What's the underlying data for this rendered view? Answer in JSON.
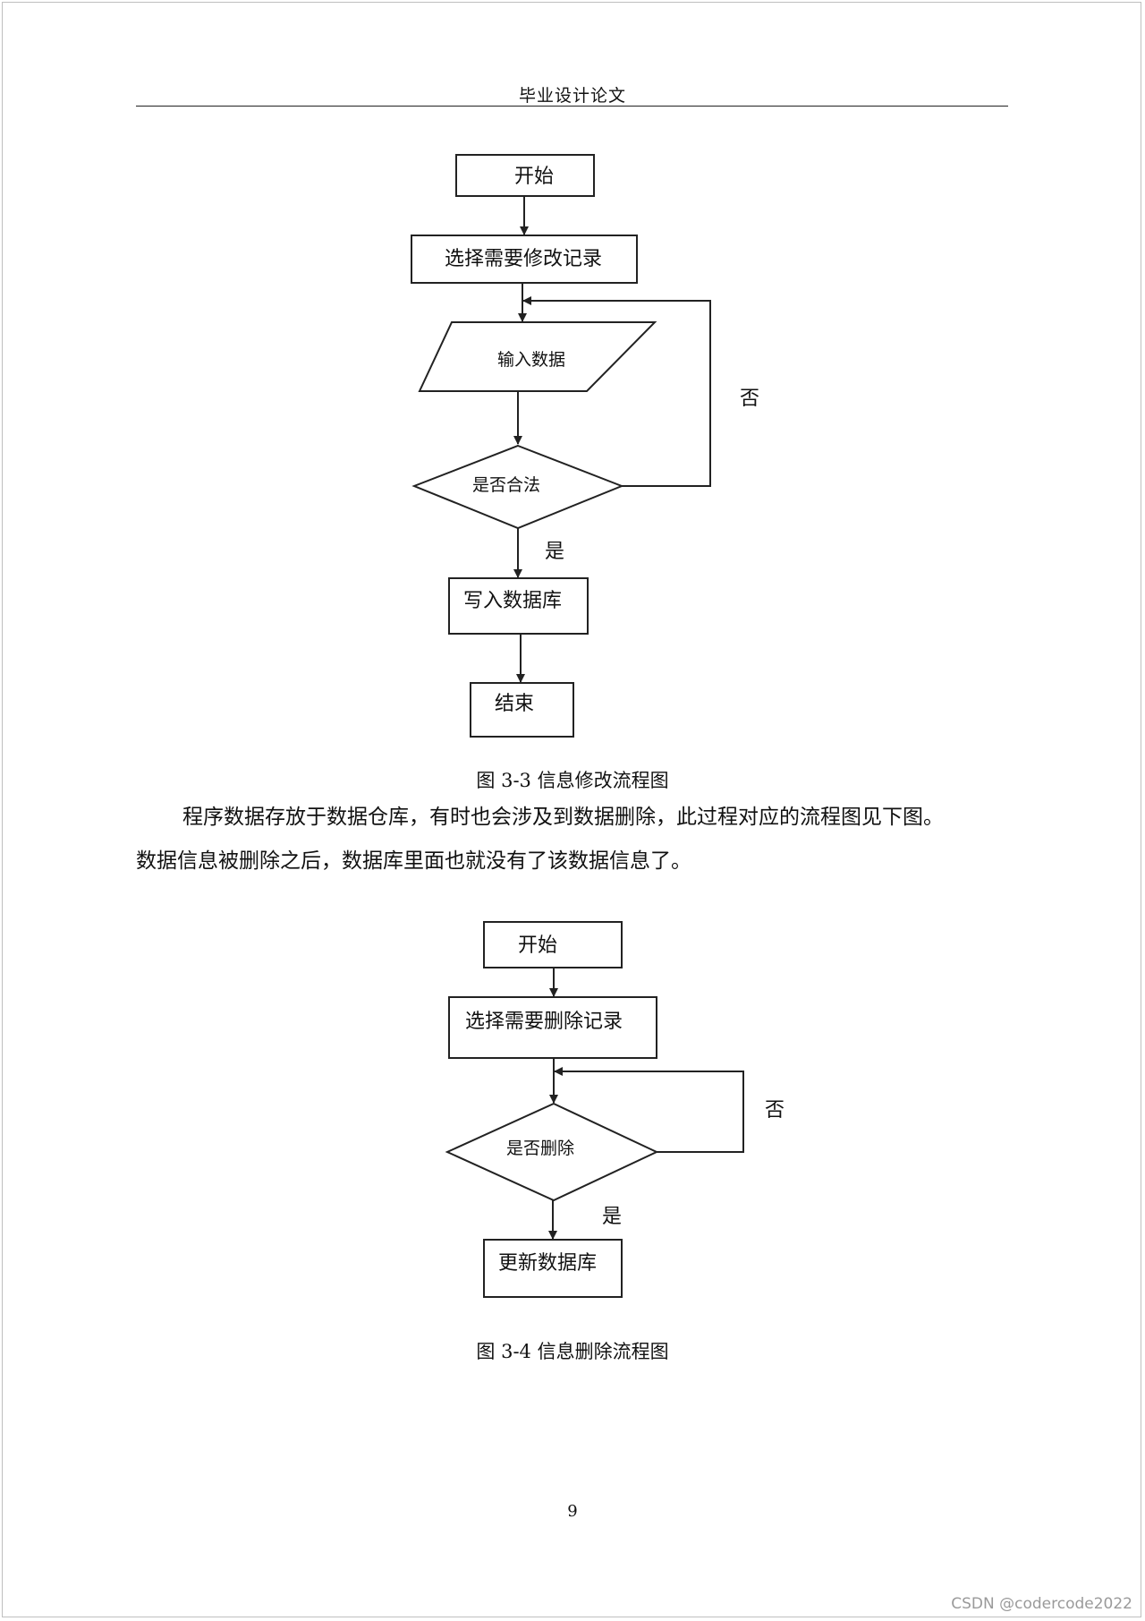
{
  "header": {
    "title": "毕业设计论文"
  },
  "figure1": {
    "nodes": {
      "start": "开始",
      "select": "选择需要修改记录",
      "input": "输入数据",
      "decision": "是否合法",
      "write": "写入数据库",
      "end": "结束"
    },
    "labels": {
      "no": "否",
      "yes": "是"
    },
    "caption": "图 3-3 信息修改流程图"
  },
  "paragraph": {
    "line1": "程序数据存放于数据仓库，有时也会涉及到数据删除，此过程对应的流程图见下图。",
    "line2": "数据信息被删除之后，数据库里面也就没有了该数据信息了。"
  },
  "figure2": {
    "nodes": {
      "start": "开始",
      "select": "选择需要删除记录",
      "decision": "是否删除",
      "update": "更新数据库"
    },
    "labels": {
      "no": "否",
      "yes": "是"
    },
    "caption": "图 3-4  信息删除流程图"
  },
  "footer": {
    "page_number": "9",
    "watermark": "CSDN @codercode2022"
  }
}
